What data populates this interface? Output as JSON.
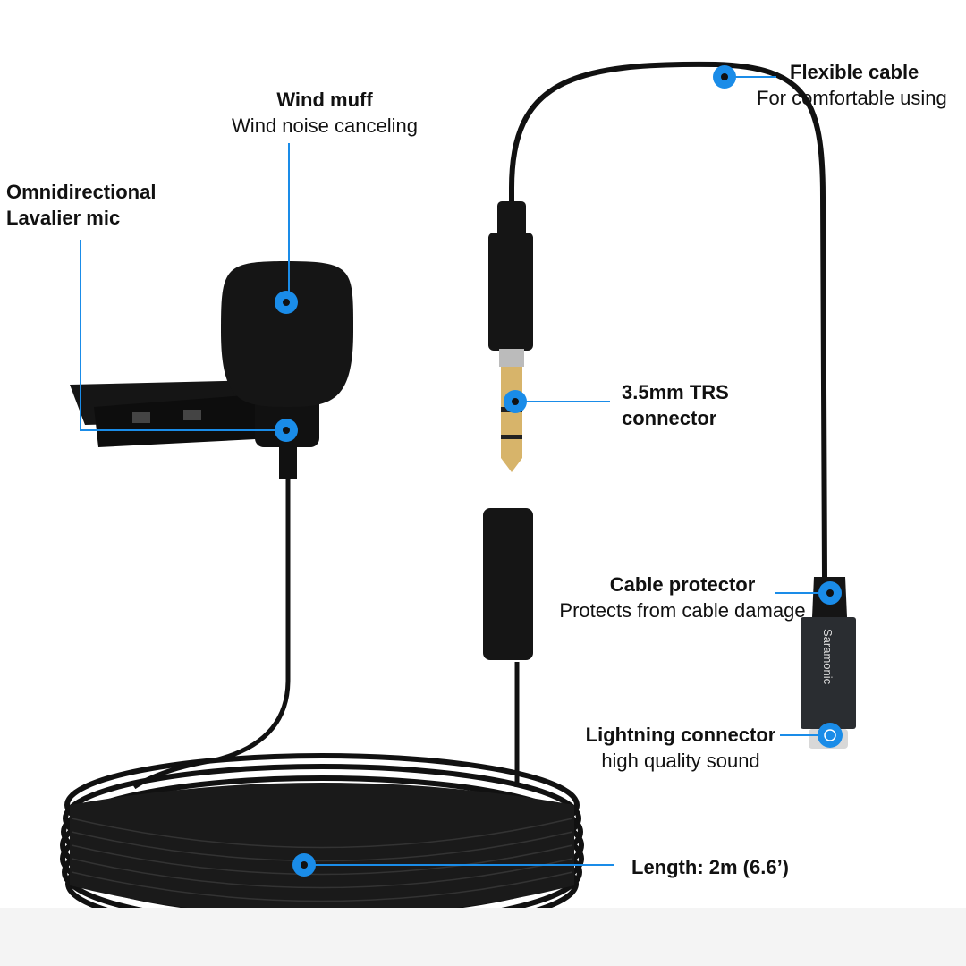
{
  "colors": {
    "callout": "#1a8ce8",
    "product": "#111111",
    "band": "#f4f4f4"
  },
  "brand": "Saramonic",
  "callouts": {
    "flexible_cable": {
      "title": "Flexible cable",
      "subtitle": "For comfortable using"
    },
    "wind_muff": {
      "title": "Wind muff",
      "subtitle": "Wind noise canceling"
    },
    "lavalier": {
      "title": "Omnidirectional",
      "subtitle": "Lavalier mic"
    },
    "trs": {
      "title": "3.5mm TRS",
      "subtitle": "connector"
    },
    "cable_protector": {
      "title": "Cable protector",
      "subtitle": "Protects from cable damage"
    },
    "lightning": {
      "title": "Lightning connector",
      "subtitle": "high quality sound"
    },
    "length": {
      "title": "Length: 2m (6.6’)"
    }
  }
}
